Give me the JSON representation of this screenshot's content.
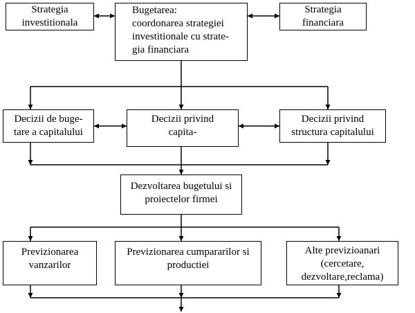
{
  "diagram": {
    "strategia_investitionala": [
      "Strategia",
      "investitionala"
    ],
    "bugetarea": [
      "Bugetarea:",
      "coordonarea strategiei",
      "investitionale cu  strate-",
      "gia financiara"
    ],
    "strategia_financiara": [
      "Strategia",
      "financiara"
    ],
    "decizii_bugetare": [
      "Decizii de buge-",
      "tare a capitalului"
    ],
    "decizii_capita": [
      "Decizii privind",
      "capita-"
    ],
    "decizii_structura": [
      "Decizii privind",
      "structura capitalului"
    ],
    "dezvoltarea": [
      "Dezvoltarea bugetului si",
      "proiectelor firmei"
    ],
    "prev_vanzari": [
      "Previzionarea",
      "vanzarilor"
    ],
    "prev_cumparari": [
      "Previzionarea cumpararilor si",
      "productiei"
    ],
    "alte_previzionari": [
      "Alte previzioanari",
      "(cercetare,",
      "dezvoltare,reclama)"
    ]
  }
}
